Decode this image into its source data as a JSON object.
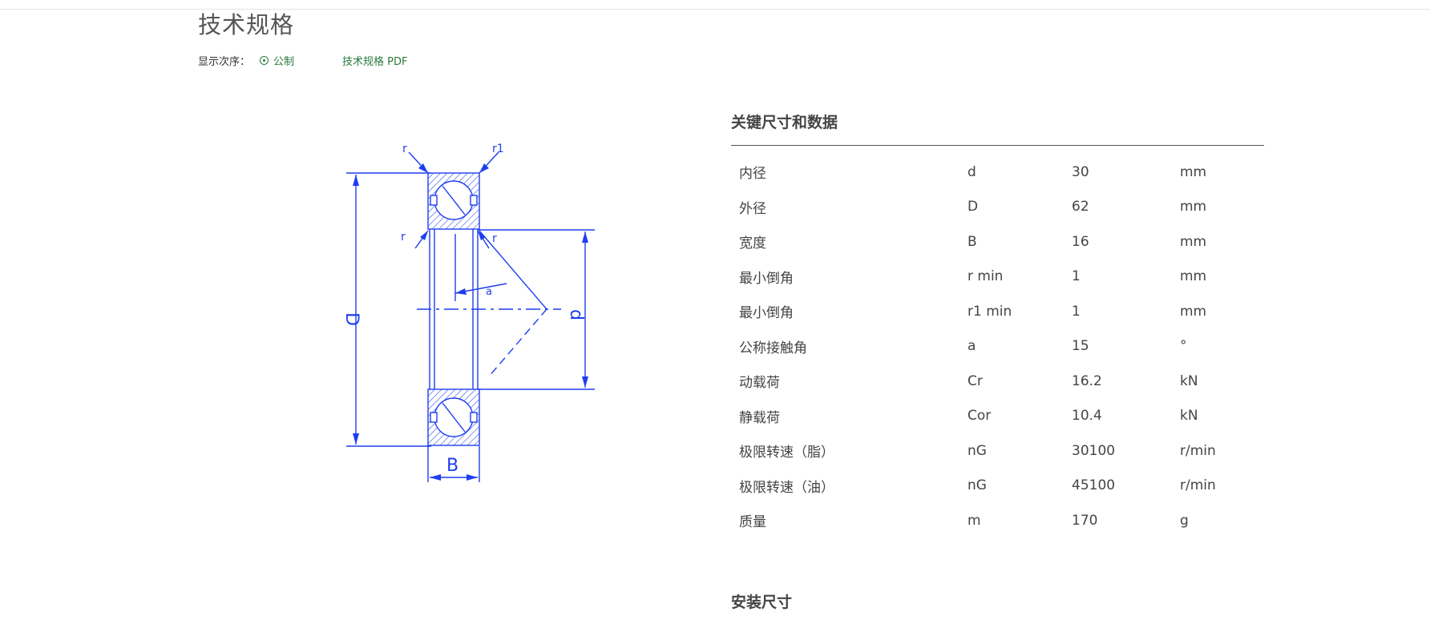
{
  "header": {
    "title": "技术规格",
    "sort_label": "显示次序：",
    "unit_option": "公制",
    "pdf_link": "技术规格 PDF"
  },
  "key_dimensions": {
    "title": "关键尺寸和数据",
    "rows": [
      {
        "name": "内径",
        "symbol": "d",
        "value": "30",
        "unit": "mm"
      },
      {
        "name": "外径",
        "symbol": "D",
        "value": "62",
        "unit": "mm"
      },
      {
        "name": "宽度",
        "symbol": "B",
        "value": "16",
        "unit": "mm"
      },
      {
        "name": "最小倒角",
        "symbol": "r min",
        "value": "1",
        "unit": "mm"
      },
      {
        "name": "最小倒角",
        "symbol": "r1 min",
        "value": "1",
        "unit": "mm"
      },
      {
        "name": "公称接触角",
        "symbol": "a",
        "value": "15",
        "unit": "°"
      },
      {
        "name": "动载荷",
        "symbol": "Cr",
        "value": "16.2",
        "unit": "kN"
      },
      {
        "name": "静载荷",
        "symbol": "Cor",
        "value": "10.4",
        "unit": "kN"
      },
      {
        "name": "极限转速（脂）",
        "symbol": "nG",
        "value": "30100",
        "unit": "r/min"
      },
      {
        "name": "极限转速（油）",
        "symbol": "nG",
        "value": "45100",
        "unit": "r/min"
      },
      {
        "name": "质量",
        "symbol": "m",
        "value": "170",
        "unit": "g"
      }
    ]
  },
  "mounting_dimensions": {
    "title": "安装尺寸"
  },
  "drawing": {
    "color": "#1f3df0",
    "labels": {
      "D": "D",
      "d": "d",
      "B": "B",
      "a": "a",
      "r": "r",
      "r1": "r1"
    }
  }
}
